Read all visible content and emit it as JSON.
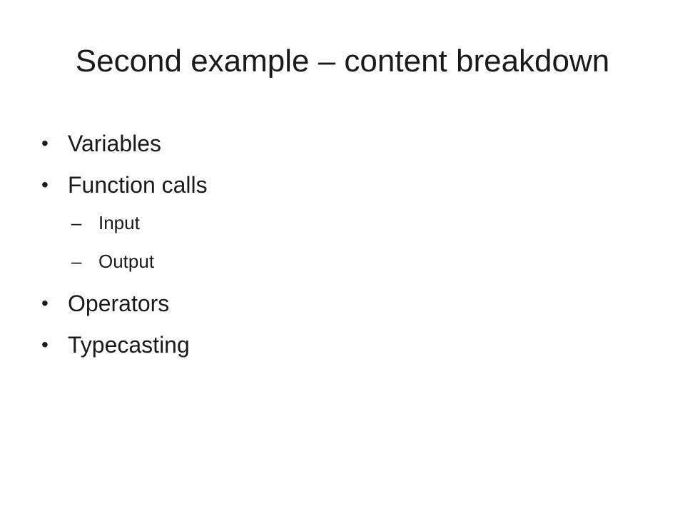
{
  "slide": {
    "title": "Second example – content breakdown",
    "bullet_glyph": "•",
    "sub_glyph": "–",
    "items": [
      {
        "text": "Variables"
      },
      {
        "text": "Function calls",
        "children": [
          "Input",
          "Output"
        ]
      },
      {
        "text": "Operators"
      },
      {
        "text": "Typecasting"
      }
    ]
  }
}
